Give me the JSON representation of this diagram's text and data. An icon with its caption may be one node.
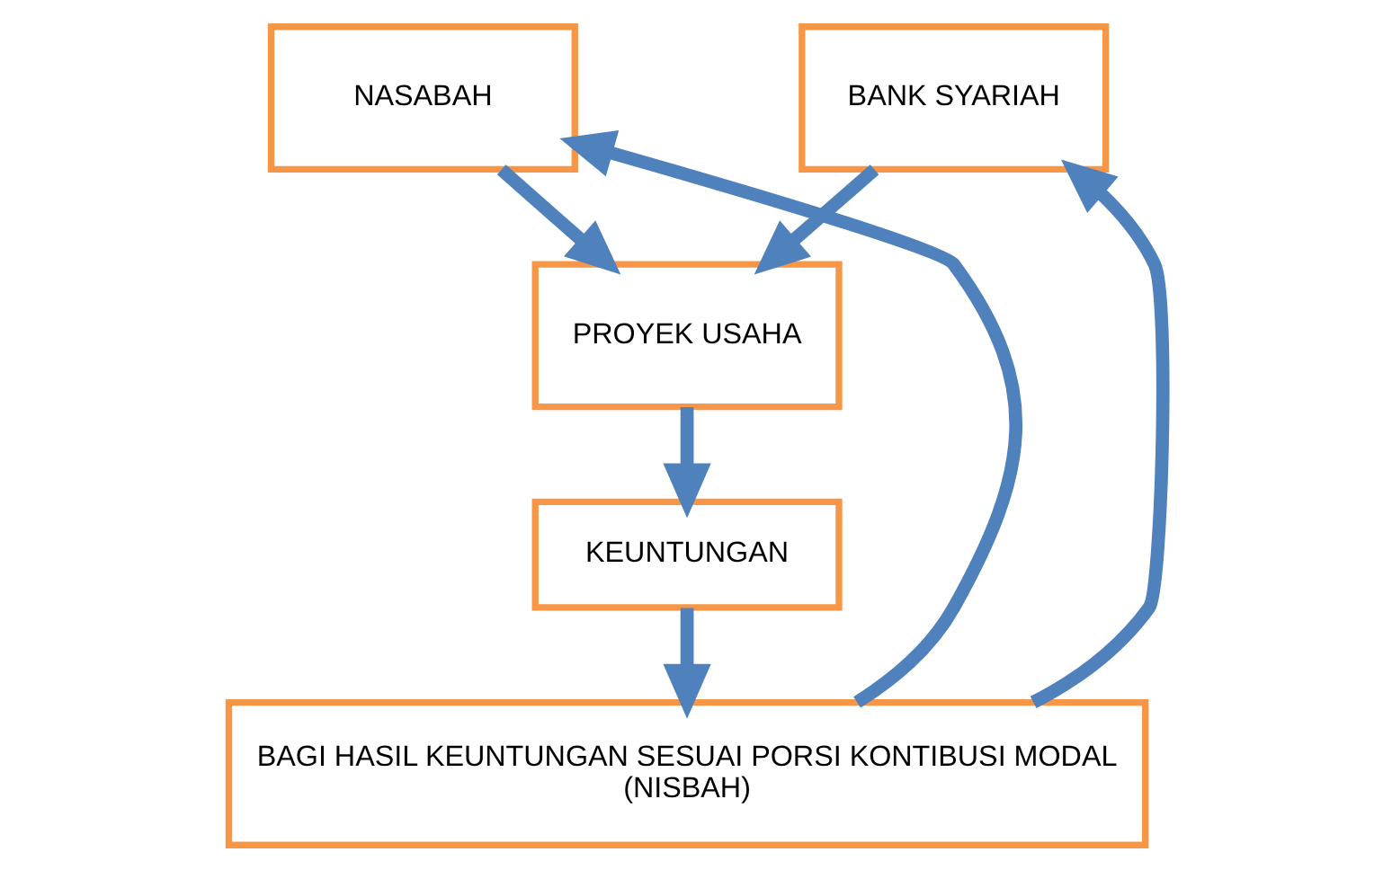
{
  "diagram": {
    "nodes": [
      {
        "text": [
          "NASABAH"
        ]
      },
      {
        "text": [
          "BANK SYARIAH"
        ]
      },
      {
        "text": [
          "PROYEK USAHA"
        ]
      },
      {
        "text": [
          "KEUNTUNGAN"
        ]
      },
      {
        "text": [
          "BAGI HASIL KEUNTUNGAN SESUAI PORSI KONTIBUSI MODAL (NISBAH)"
        ]
      }
    ],
    "edges": [
      {
        "from": 0,
        "to": 2,
        "arrow": "to"
      },
      {
        "from": 1,
        "to": 2,
        "arrow": "to"
      },
      {
        "from": 2,
        "to": 3,
        "arrow": "to"
      },
      {
        "from": 3,
        "to": 4,
        "arrow": "to"
      },
      {
        "from": 4,
        "to": 0,
        "arrow": "to"
      },
      {
        "from": 4,
        "to": 1,
        "arrow": "to"
      }
    ]
  }
}
